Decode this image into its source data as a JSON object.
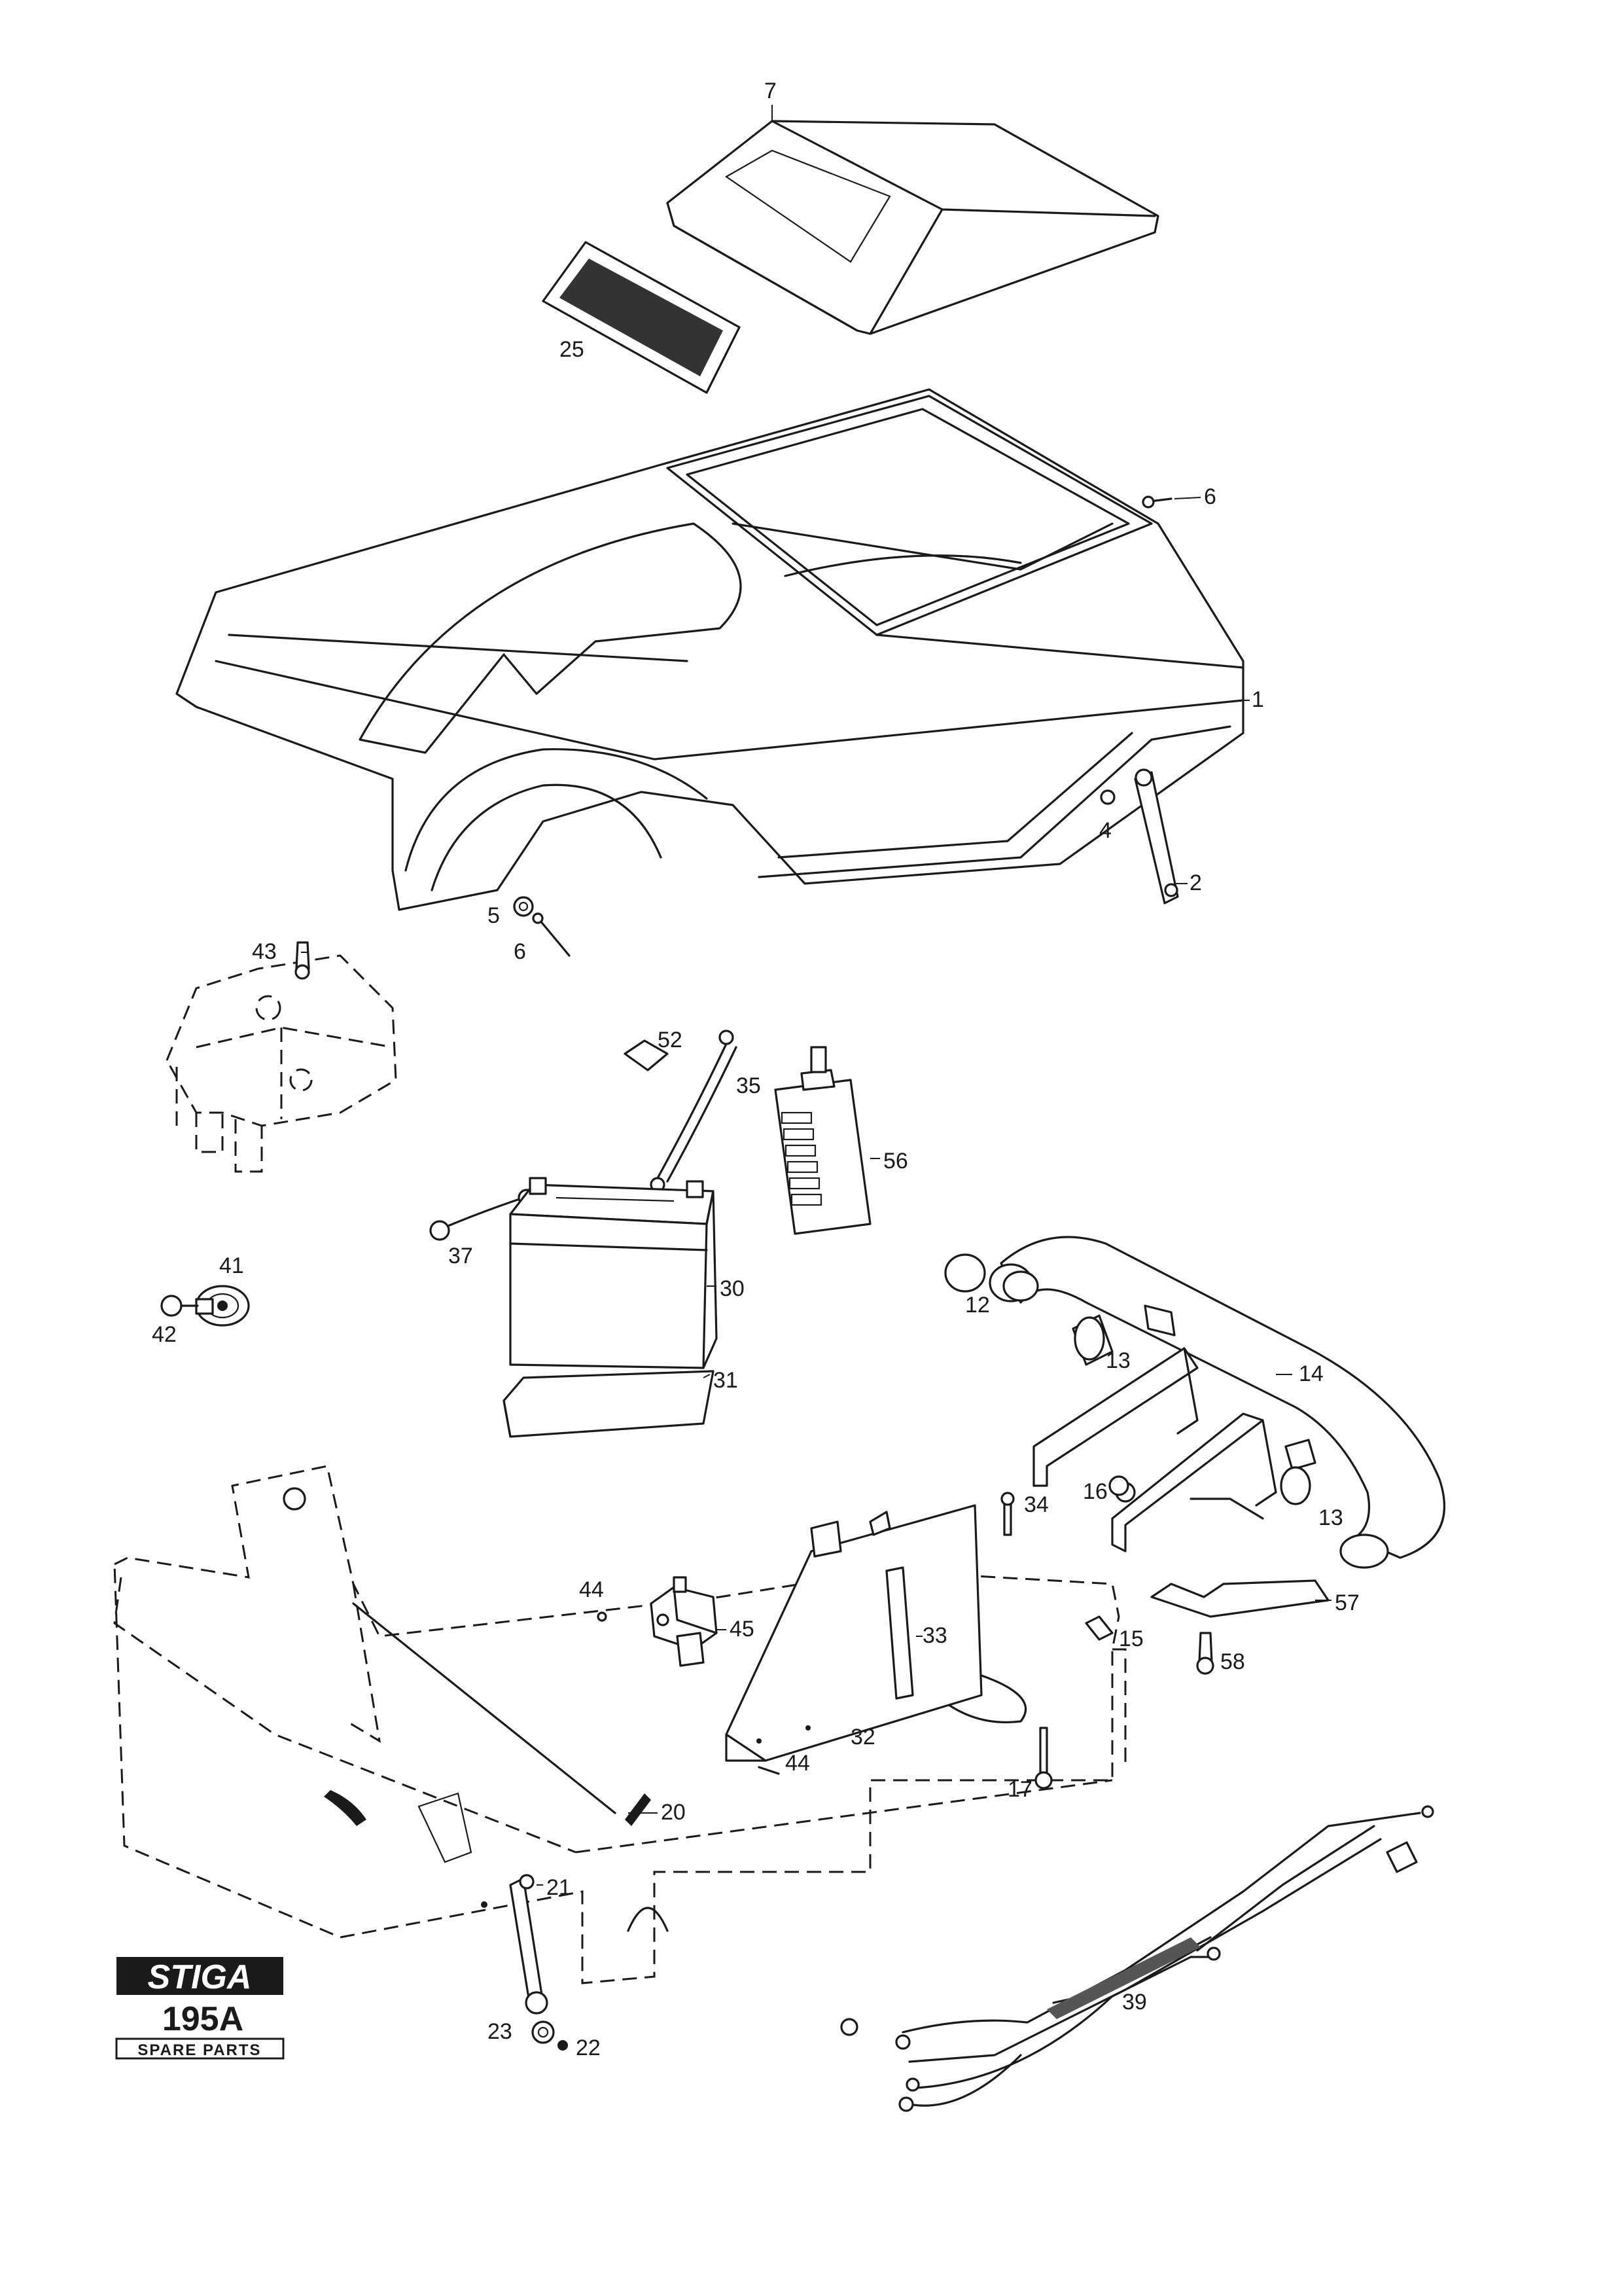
{
  "brand": {
    "logo_text": "STIGA",
    "model": "195A",
    "caption": "SPARE PARTS"
  },
  "part_labels": {
    "p1": "1",
    "p2": "2",
    "p4": "4",
    "p5": "5",
    "p6a": "6",
    "p6b": "6",
    "p7": "7",
    "p12": "12",
    "p13a": "13",
    "p13b": "13",
    "p14": "14",
    "p15": "15",
    "p16": "16",
    "p17": "17",
    "p20": "20",
    "p21": "21",
    "p22": "22",
    "p23": "23",
    "p25": "25",
    "p30": "30",
    "p31": "31",
    "p32": "32",
    "p33": "33",
    "p34": "34",
    "p35": "35",
    "p37": "37",
    "p39": "39",
    "p41": "41",
    "p42": "42",
    "p43": "43",
    "p44a": "44",
    "p44b": "44",
    "p45": "45",
    "p52": "52",
    "p56": "56",
    "p57": "57",
    "p58": "58"
  },
  "colors": {
    "ink": "#1a1a1a",
    "paper": "#ffffff"
  }
}
